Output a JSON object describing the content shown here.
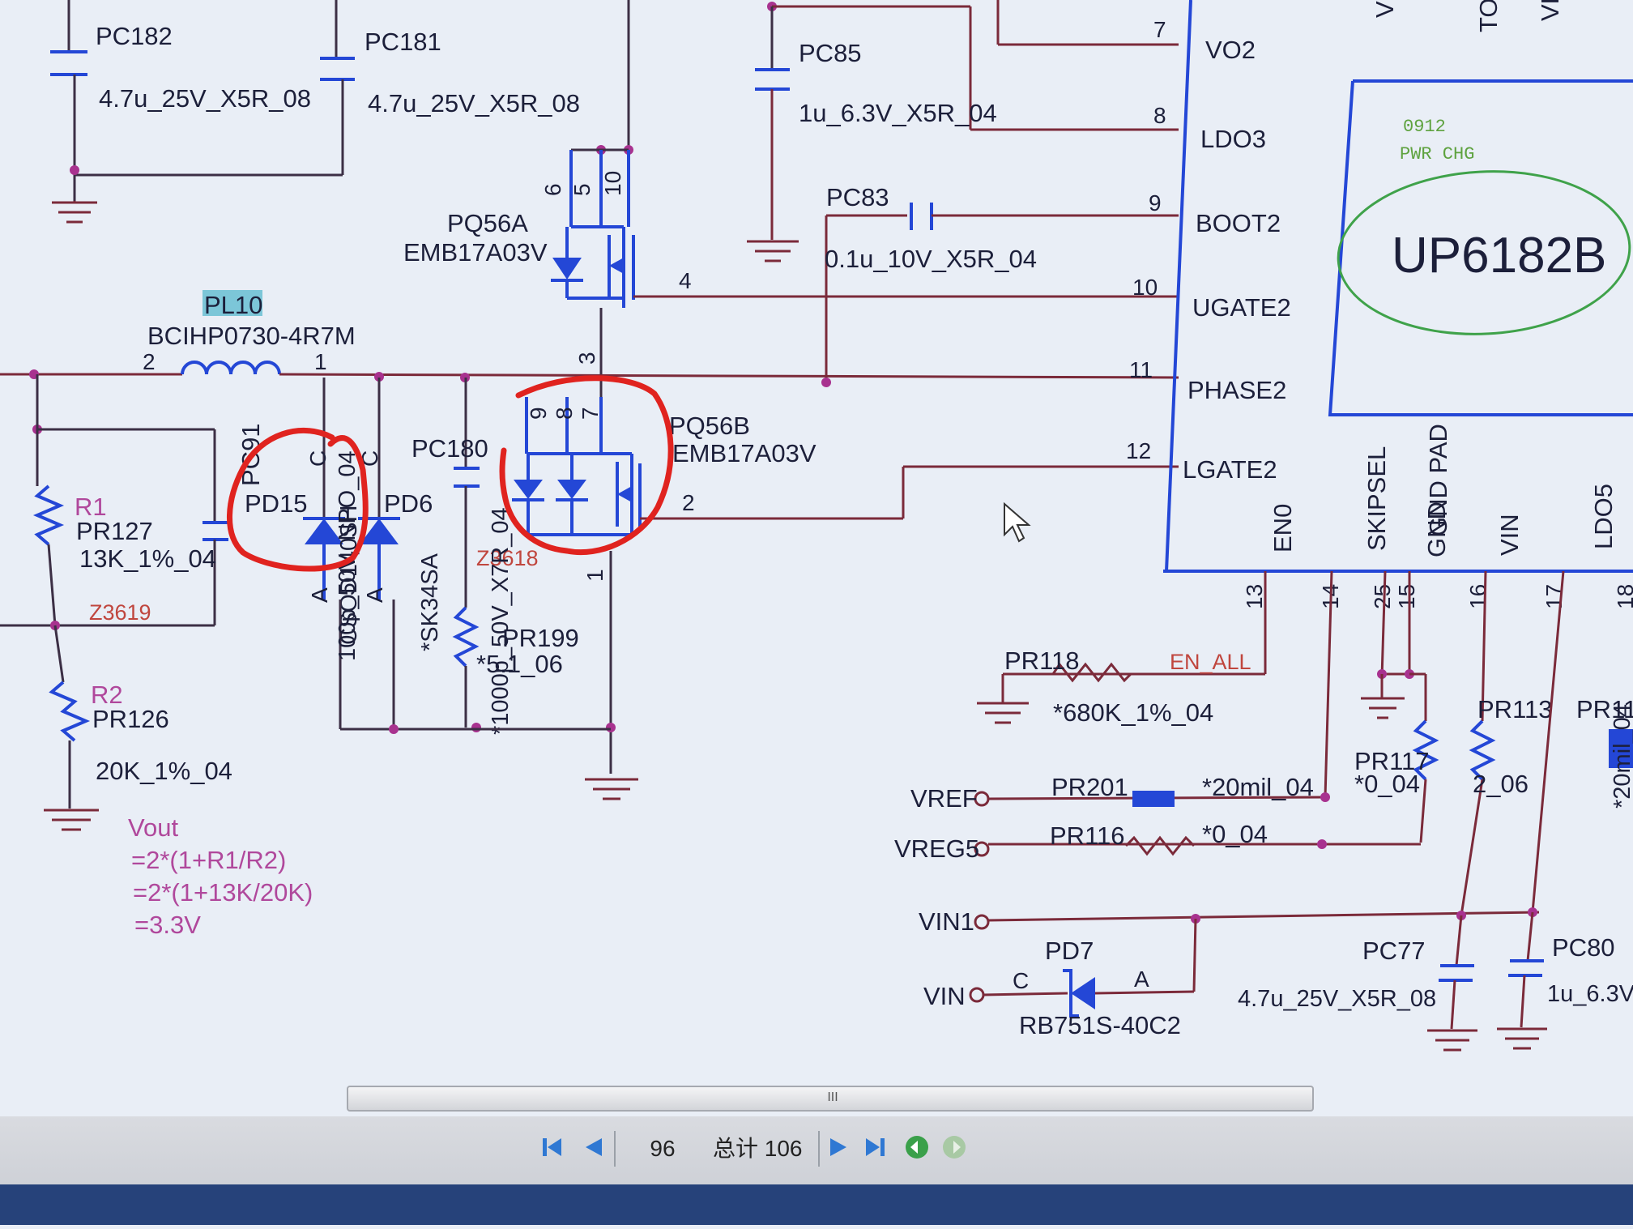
{
  "schematic": {
    "chip": {
      "ref": "UP6182B",
      "note1": "0912",
      "note2": "PWR CHG"
    },
    "pins_right": [
      {
        "num": "7",
        "name": "VO2"
      },
      {
        "num": "8",
        "name": "LDO3"
      },
      {
        "num": "9",
        "name": "BOOT2"
      },
      {
        "num": "10",
        "name": "UGATE2"
      },
      {
        "num": "11",
        "name": "PHASE2"
      },
      {
        "num": "12",
        "name": "LGATE2"
      }
    ],
    "pins_bottom": [
      {
        "num": "13",
        "name": "EN0"
      },
      {
        "num": "14",
        "name": "SKIPSEL"
      },
      {
        "num": "25",
        "name": "GND PAD"
      },
      {
        "num": "15",
        "name": "GND"
      },
      {
        "num": "16",
        "name": "VIN"
      },
      {
        "num": "17",
        "name": "LDO5"
      },
      {
        "num": "18",
        "name": ""
      }
    ],
    "top_right_labels": [
      "V",
      "TON",
      "VF"
    ],
    "components": {
      "pc182": {
        "ref": "PC182",
        "value": "4.7u_25V_X5R_08"
      },
      "pc181": {
        "ref": "PC181",
        "value": "4.7u_25V_X5R_08"
      },
      "pc85": {
        "ref": "PC85",
        "value": "1u_6.3V_X5R_04"
      },
      "pc83": {
        "ref": "PC83",
        "value": "0.1u_10V_X5R_04"
      },
      "pq56a": {
        "ref": "PQ56A",
        "value": "EMB17A03V",
        "pins": [
          "6",
          "5",
          "10",
          "4",
          "3"
        ]
      },
      "pq56b": {
        "ref": "PQ56B",
        "value": "EMB17A03V",
        "pins": [
          "9",
          "8",
          "7",
          "2",
          "1"
        ]
      },
      "pl10": {
        "ref": "PL10",
        "value": "BCIHP0730-4R7M",
        "pin_left": "2",
        "pin_right": "1"
      },
      "pc91": {
        "ref": "PC91",
        "value": "100p_50V_NPO_04"
      },
      "pd15": {
        "ref": "PD15",
        "value": "CSOD140SH",
        "pin_c": "C",
        "pin_a": "A"
      },
      "pd6": {
        "ref": "PD6",
        "value": "*SK34SA",
        "pin_c": "C",
        "pin_a": "A"
      },
      "pc180": {
        "ref": "PC180",
        "value": "*1000p_50V_X7R_04"
      },
      "pr199": {
        "ref": "PR199",
        "value": "*5.1_06"
      },
      "z3618": "Z3618",
      "z3619": "Z3619",
      "r1": {
        "label": "R1",
        "ref": "PR127",
        "value": "13K_1%_04"
      },
      "r2": {
        "label": "R2",
        "ref": "PR126",
        "value": "20K_1%_04"
      },
      "pr118": {
        "ref": "PR118",
        "value": "*680K_1%_04",
        "net": "EN_ALL"
      },
      "pr117": {
        "ref": "PR117",
        "value": "*0_04"
      },
      "pr113": {
        "ref": "PR113",
        "value": "2_06"
      },
      "pr11x": {
        "ref": "PR11",
        "value": "*20mil_04"
      },
      "pr201": {
        "ref": "PR201",
        "value": "*20mil_04"
      },
      "pr116": {
        "ref": "PR116",
        "value": "*0_04"
      },
      "pd7": {
        "ref": "PD7",
        "value": "RB751S-40C2",
        "pin_c": "C",
        "pin_a": "A"
      },
      "pc77": {
        "ref": "PC77",
        "value": "4.7u_25V_X5R_08"
      },
      "pc80": {
        "ref": "PC80",
        "value": "1u_6.3V"
      }
    },
    "nets": [
      "VREF",
      "VREG5",
      "VIN1",
      "VIN"
    ],
    "formula": [
      "Vout",
      "=2*(1+R1/R2)",
      "=2*(1+13K/20K)",
      "=3.3V"
    ]
  },
  "navigation": {
    "current_page": "96",
    "total_label": "总计 106",
    "grip": "III"
  },
  "colors": {
    "wire": "#7b2a3a",
    "component": "#2447d6",
    "annotation": "#e0231f",
    "formula": "#b0489c",
    "label_red": "#c0463e"
  }
}
